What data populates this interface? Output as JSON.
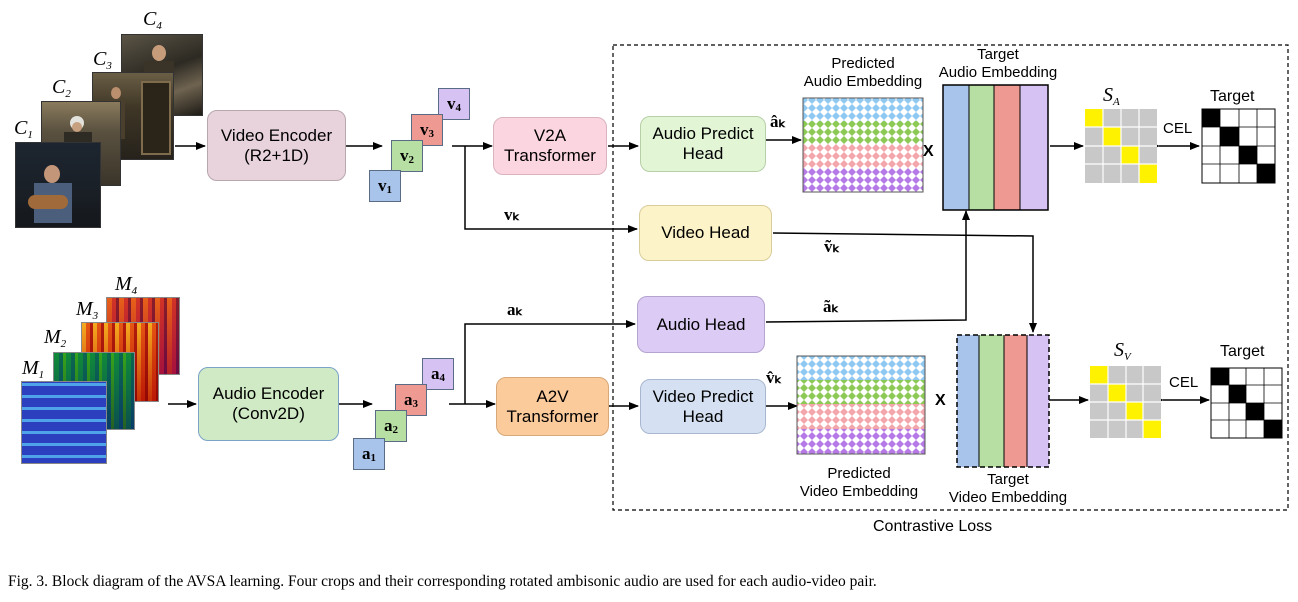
{
  "frames": [
    {
      "label_base": "C",
      "label_sub": "1"
    },
    {
      "label_base": "C",
      "label_sub": "2"
    },
    {
      "label_base": "C",
      "label_sub": "3"
    },
    {
      "label_base": "C",
      "label_sub": "4"
    }
  ],
  "spectrograms": [
    {
      "label_base": "M",
      "label_sub": "1"
    },
    {
      "label_base": "M",
      "label_sub": "2"
    },
    {
      "label_base": "M",
      "label_sub": "3"
    },
    {
      "label_base": "M",
      "label_sub": "4"
    }
  ],
  "video_encoder": {
    "line1": "Video Encoder",
    "line2": "(R2+1D)"
  },
  "audio_encoder": {
    "line1": "Audio Encoder",
    "line2": "(Conv2D)"
  },
  "v_tokens": [
    {
      "base": "v",
      "sub": "1"
    },
    {
      "base": "v",
      "sub": "2"
    },
    {
      "base": "v",
      "sub": "3"
    },
    {
      "base": "v",
      "sub": "4"
    }
  ],
  "a_tokens": [
    {
      "base": "a",
      "sub": "1"
    },
    {
      "base": "a",
      "sub": "2"
    },
    {
      "base": "a",
      "sub": "3"
    },
    {
      "base": "a",
      "sub": "4"
    }
  ],
  "v2a": {
    "line1": "V2A",
    "line2": "Transformer"
  },
  "a2v": {
    "line1": "A2V",
    "line2": "Transformer"
  },
  "audio_predict_head": {
    "line1": "Audio Predict",
    "line2": "Head"
  },
  "video_predict_head": {
    "line1": "Video Predict",
    "line2": "Head"
  },
  "video_head": "Video Head",
  "audio_head": "Audio Head",
  "symbols": {
    "a_hat_k": "âₖ",
    "v_hat_k": "v̂ₖ",
    "v_k": "vₖ",
    "a_k": "aₖ",
    "v_tilde_k": "ṽₖ",
    "a_tilde_k": "ãₖ"
  },
  "pred_audio_label": {
    "line1": "Predicted",
    "line2": "Audio Embedding"
  },
  "pred_video_label": {
    "line1": "Predicted",
    "line2": "Video Embedding"
  },
  "target_audio_label": {
    "line1": "Target",
    "line2": "Audio Embedding"
  },
  "target_video_label": {
    "line1": "Target",
    "line2": "Video Embedding"
  },
  "multiply": "X",
  "sim_a": {
    "base": "S",
    "sub": "A"
  },
  "sim_v": {
    "base": "S",
    "sub": "V"
  },
  "cel": "CEL",
  "target": "Target",
  "contrastive_loss": "Contrastive Loss",
  "caption": "Fig. 3.  Block diagram of the AVSA learning. Four crops and their corresponding rotated ambisonic audio are used for each audio-video pair.",
  "colors": {
    "blue": "#a9c4ea",
    "green": "#b7dfa3",
    "red": "#ee9a93",
    "purple": "#d6c3f3",
    "video_encoder": "#e8d3dc",
    "audio_encoder": "#cfeac4",
    "v2a": "#fbd5df",
    "a2v": "#fccb9c",
    "audio_predict": "#e2f6d6",
    "video_predict": "#d5e1f2",
    "video_head": "#fdf3c8",
    "audio_head": "#dccbf5",
    "highlight": "#fff200"
  }
}
